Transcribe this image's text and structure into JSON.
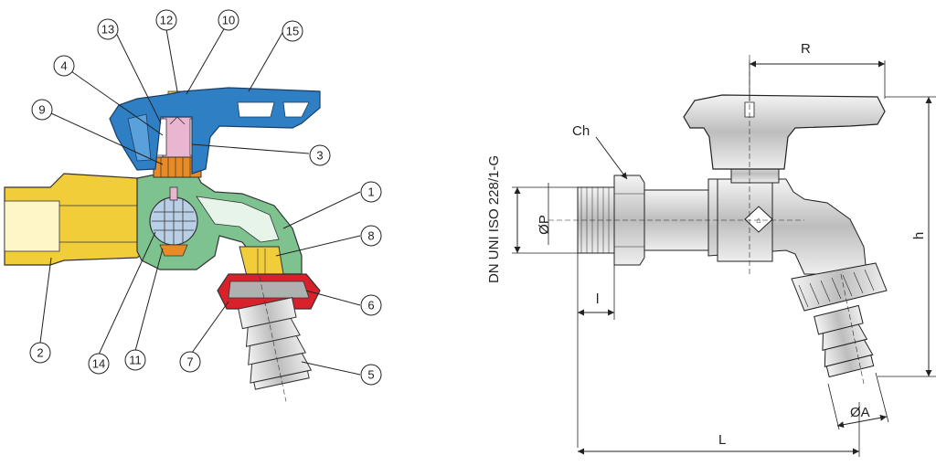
{
  "callouts": {
    "n1": "1",
    "n2": "2",
    "n3": "3",
    "n4": "4",
    "n5": "5",
    "n6": "6",
    "n7": "7",
    "n8": "8",
    "n9": "9",
    "n10": "10",
    "n11": "11",
    "n12": "12",
    "n13": "13",
    "n14": "14",
    "n15": "15"
  },
  "dimensions": {
    "R": "R",
    "Ch": "Ch",
    "P": "ØP",
    "l": "l",
    "h": "h",
    "A": "ØA",
    "L": "L",
    "standard": "DN UNI ISO 228/1-G"
  },
  "colors": {
    "handle": "#2f7fc4",
    "body": "#7dc28f",
    "inlet": "#f2cd3a",
    "spindle": "#e9b5cf",
    "nut": "#e88a25",
    "ring": "#d8212a",
    "hose": "#c9c9c9"
  }
}
